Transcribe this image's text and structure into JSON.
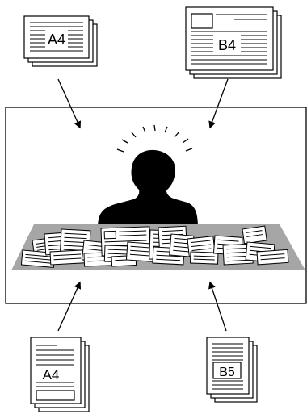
{
  "documents": {
    "top_left_label": "A4",
    "top_right_label": "B4",
    "bottom_left_label": "A4",
    "bottom_right_label": "B5"
  },
  "colors": {
    "ink": "#000000",
    "paper": "#ffffff",
    "desk": "#a6a6a6"
  },
  "icons": {
    "person": "person-silhouette-icon",
    "stress": "stress-lines-icon"
  }
}
